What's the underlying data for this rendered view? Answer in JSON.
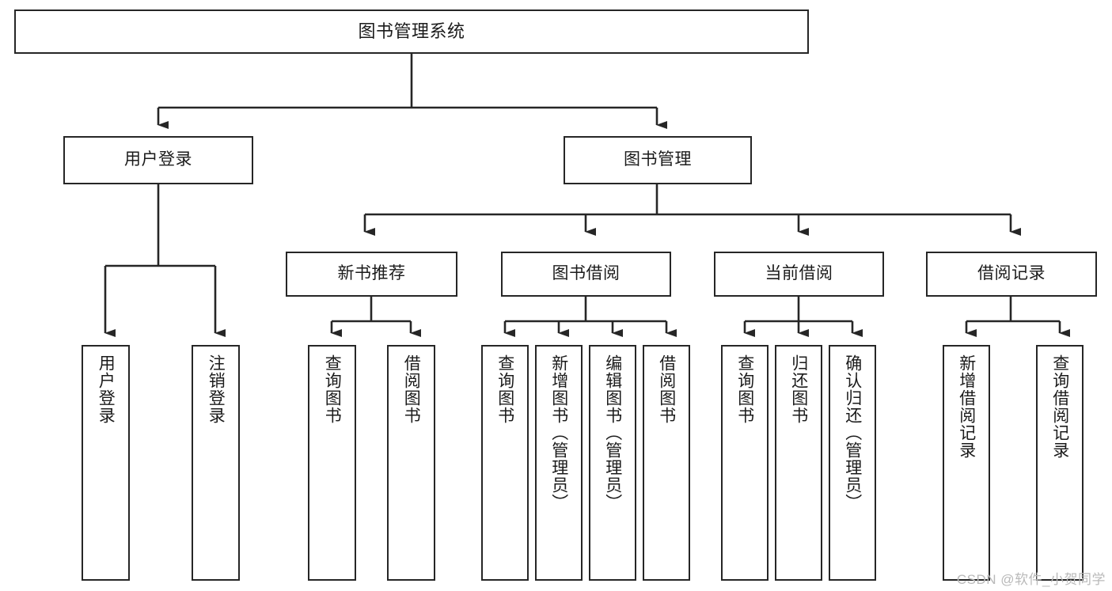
{
  "diagram": {
    "title": "图书管理系统",
    "type": "tree",
    "orientation": "top-down",
    "colors": {
      "box_border": "#262626",
      "box_fill": "#ffffff",
      "connector": "#262626",
      "text": "#1b1b1b",
      "watermark": "#b9b9b9",
      "background": "#ffffff"
    }
  },
  "nodes": {
    "root": {
      "label": "图书管理系统"
    },
    "level1": [
      {
        "id": "user-login",
        "label": "用户登录"
      },
      {
        "id": "book-manage",
        "label": "图书管理"
      }
    ],
    "level2": [
      {
        "id": "new-book-recommend",
        "label": "新书推荐",
        "parent": "book-manage"
      },
      {
        "id": "book-borrow",
        "label": "图书借阅",
        "parent": "book-manage"
      },
      {
        "id": "current-borrow",
        "label": "当前借阅",
        "parent": "book-manage"
      },
      {
        "id": "borrow-record",
        "label": "借阅记录",
        "parent": "book-manage"
      }
    ],
    "leaves": [
      {
        "id": "leaf-user-login",
        "label": "用户登录",
        "parent": "user-login"
      },
      {
        "id": "leaf-logout",
        "label": "注销登录",
        "parent": "user-login"
      },
      {
        "id": "leaf-query-book-1",
        "label": "查询图书",
        "parent": "new-book-recommend"
      },
      {
        "id": "leaf-borrow-book-1",
        "label": "借阅图书",
        "parent": "new-book-recommend"
      },
      {
        "id": "leaf-query-book-2",
        "label": "查询图书",
        "parent": "book-borrow"
      },
      {
        "id": "leaf-add-book",
        "label": "新增图书（管理员）",
        "parent": "book-borrow"
      },
      {
        "id": "leaf-edit-book",
        "label": "编辑图书（管理员）",
        "parent": "book-borrow"
      },
      {
        "id": "leaf-borrow-book-2",
        "label": "借阅图书",
        "parent": "book-borrow"
      },
      {
        "id": "leaf-query-book-3",
        "label": "查询图书",
        "parent": "current-borrow"
      },
      {
        "id": "leaf-return-book",
        "label": "归还图书",
        "parent": "current-borrow"
      },
      {
        "id": "leaf-confirm-return",
        "label": "确认归还（管理员）",
        "parent": "current-borrow"
      },
      {
        "id": "leaf-add-record",
        "label": "新增借阅记录",
        "parent": "borrow-record"
      },
      {
        "id": "leaf-query-record",
        "label": "查询借阅记录",
        "parent": "borrow-record"
      }
    ]
  },
  "watermark": {
    "text": "CSDN @软件_小贺同学"
  }
}
